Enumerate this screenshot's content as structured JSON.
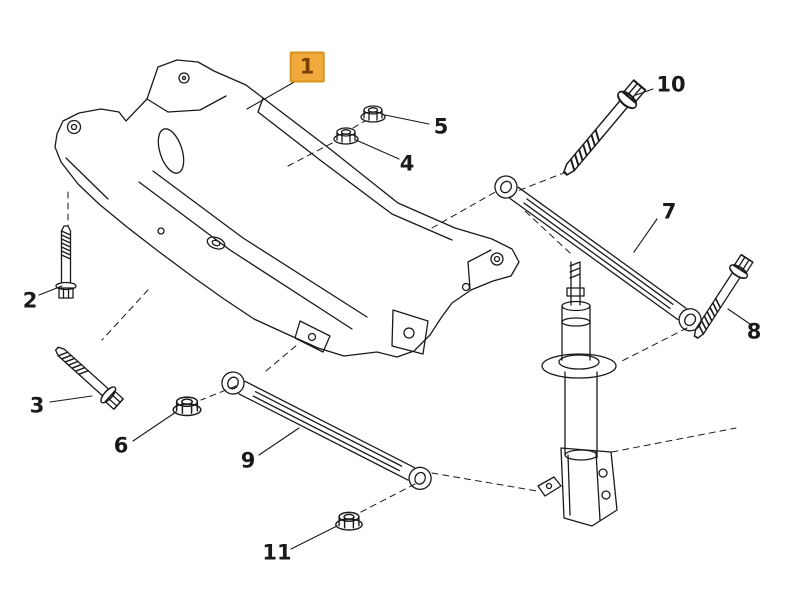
{
  "diagram": {
    "line_color": "#1a1a1a",
    "highlight": {
      "background": "#F2A93B",
      "border": "#D8921F",
      "text": "#7A4100"
    },
    "callouts": [
      {
        "number": "1",
        "highlighted": true
      },
      {
        "number": "2",
        "highlighted": false
      },
      {
        "number": "3",
        "highlighted": false
      },
      {
        "number": "4",
        "highlighted": false
      },
      {
        "number": "5",
        "highlighted": false
      },
      {
        "number": "6",
        "highlighted": false
      },
      {
        "number": "7",
        "highlighted": false
      },
      {
        "number": "8",
        "highlighted": false
      },
      {
        "number": "9",
        "highlighted": false
      },
      {
        "number": "10",
        "highlighted": false
      },
      {
        "number": "11",
        "highlighted": false
      }
    ]
  }
}
